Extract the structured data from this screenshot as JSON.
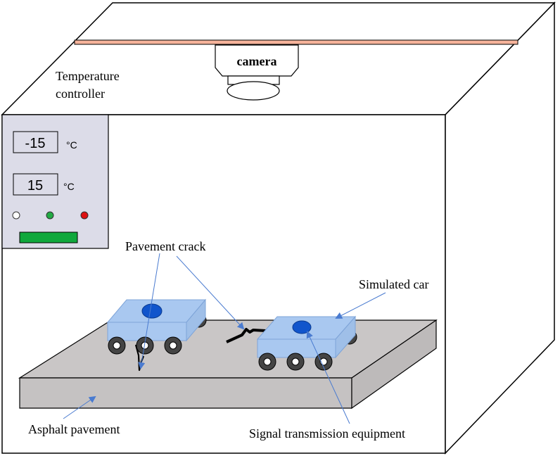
{
  "labels": {
    "camera": "camera",
    "temperature_controller_line1": "Temperature",
    "temperature_controller_line2": "controller",
    "pavement_crack": "Pavement crack",
    "simulated_car": "Simulated car",
    "asphalt_pavement": "Asphalt pavement",
    "signal_transmission_equipment": "Signal transmission equipment"
  },
  "controller": {
    "display_low": "-15",
    "display_high": "15",
    "unit": "°C"
  },
  "colors": {
    "frame": "#000000",
    "rail": "#f5b39b",
    "panel": "#dcdce8",
    "indicator_green": "#22aa44",
    "indicator_red": "#dd1111",
    "status_bar": "#10a83c",
    "pavement_top": "#c9c6c6",
    "pavement_side": "#c5c2c2",
    "car_body": "#a9c8f0",
    "car_body_edge": "#7ea4d8",
    "transmitter": "#1155cc",
    "arrow": "#4a7bd0"
  }
}
